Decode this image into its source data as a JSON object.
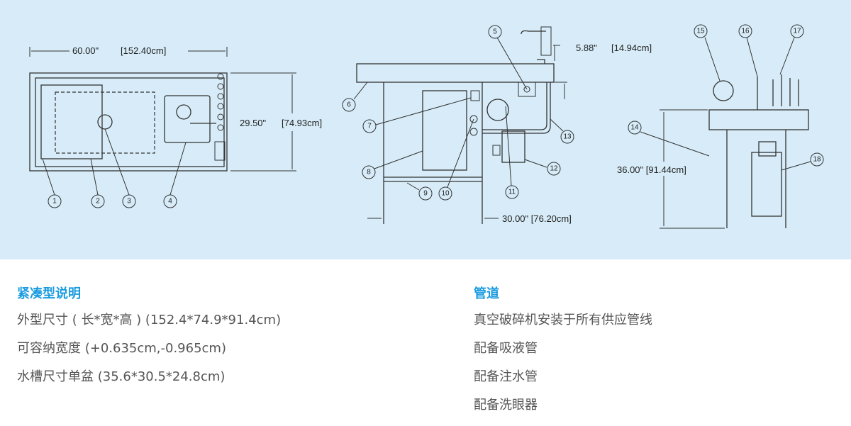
{
  "diagram": {
    "dimensions": {
      "width_in": "60.00\"",
      "width_cm": "[152.40cm]",
      "depth_in": "29.50\"",
      "depth_cm": "[74.93cm]",
      "faucet_in": "5.88\"",
      "faucet_cm": "[14.94cm]",
      "side_depth": "30.00\" [76.20cm]",
      "height": "36.00\" [91.44cm]"
    },
    "callouts": [
      "1",
      "2",
      "3",
      "4",
      "5",
      "6",
      "7",
      "8",
      "9",
      "10",
      "11",
      "12",
      "13",
      "14",
      "15",
      "16",
      "17",
      "18"
    ]
  },
  "left": {
    "title": "紧凑型说明",
    "items": [
      "外型尺寸 ( 长*宽*高 ) (152.4*74.9*91.4cm)",
      "可容纳宽度 (+0.635cm,-0.965cm)",
      "水槽尺寸单盆 (35.6*30.5*24.8cm)"
    ]
  },
  "right": {
    "title": "管道",
    "items": [
      "真空破碎机安装于所有供应管线",
      "配备吸液管",
      "配备注水管",
      "配备洗眼器"
    ]
  }
}
